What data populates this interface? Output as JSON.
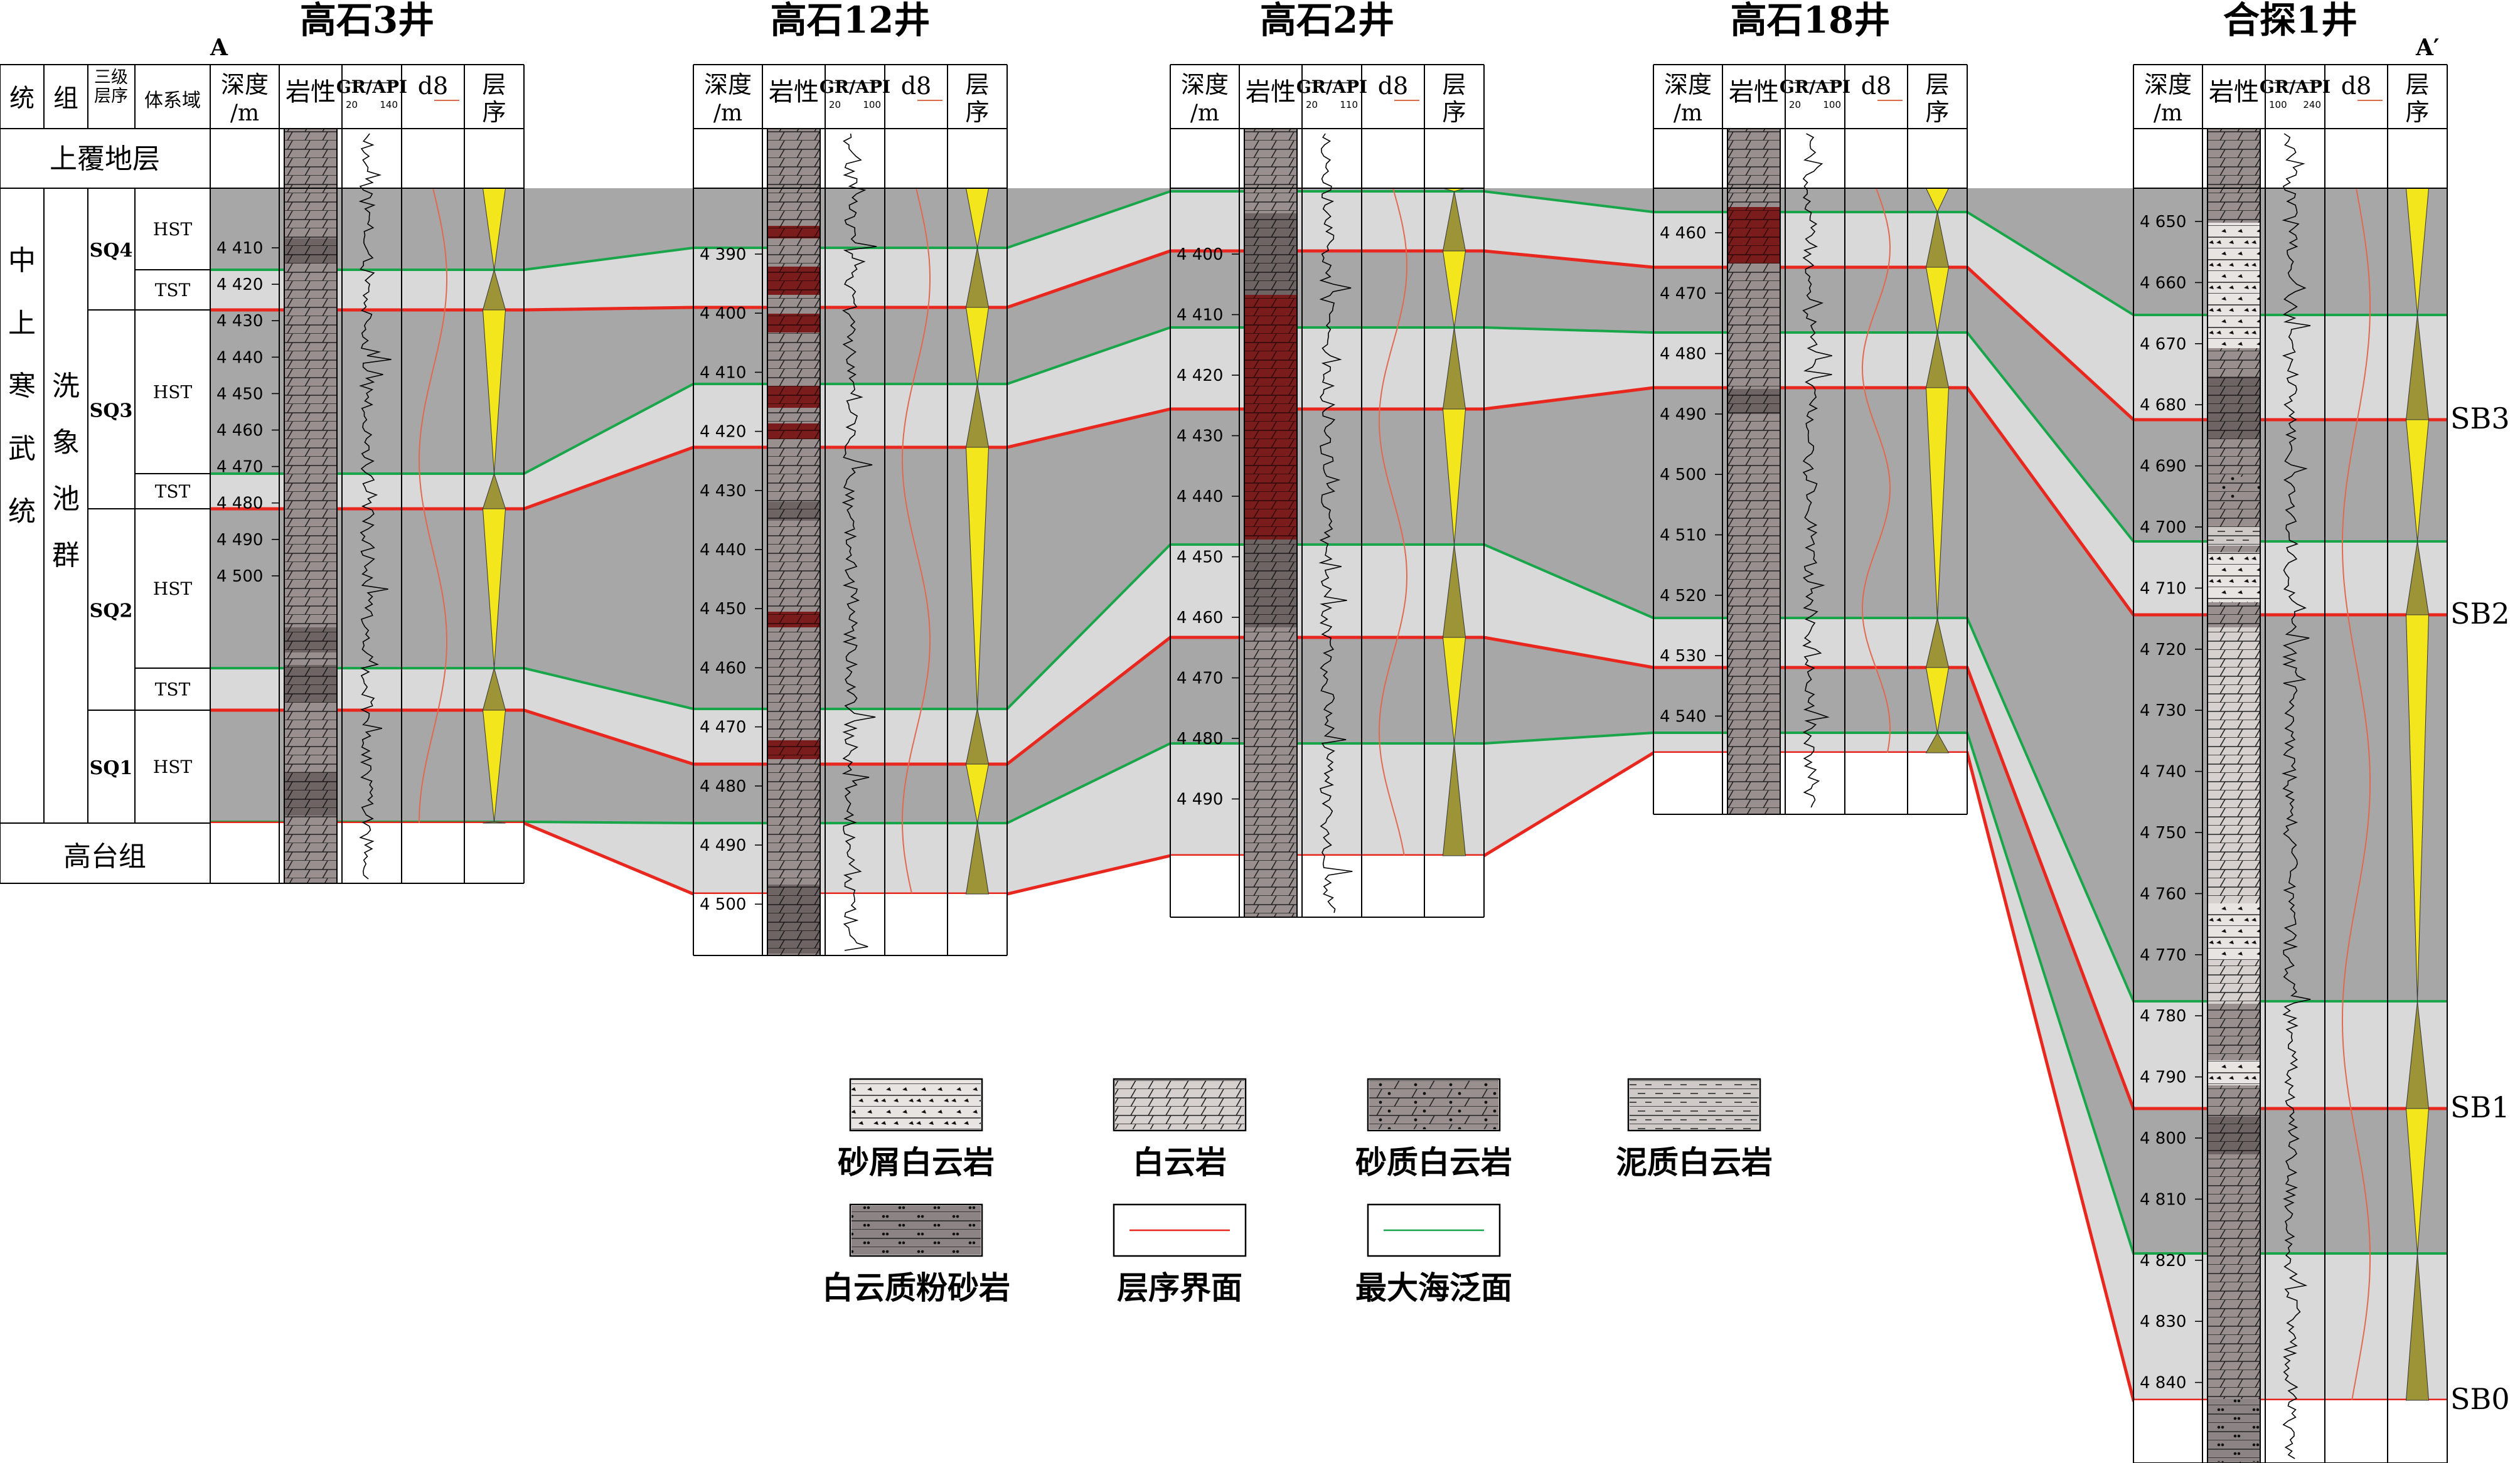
{
  "wells": [
    {
      "name": "高石3井",
      "gr_scale": [
        "20",
        "140"
      ],
      "depth_ticks": [
        "4 410",
        "4 420",
        "4 430",
        "4 440",
        "4 450",
        "4 460",
        "4 470",
        "4 480",
        "4 490",
        "4 500"
      ]
    },
    {
      "name": "高石12井",
      "gr_scale": [
        "20",
        "100"
      ],
      "depth_ticks": [
        "4 390",
        "4 400",
        "4 410",
        "4 420",
        "4 430",
        "4 440",
        "4 450",
        "4 460",
        "4 470",
        "4 480",
        "4 490",
        "4 500"
      ]
    },
    {
      "name": "高石2井",
      "gr_scale": [
        "20",
        "110"
      ],
      "depth_ticks": [
        "4 400",
        "4 410",
        "4 420",
        "4 430",
        "4 440",
        "4 450",
        "4 460",
        "4 470",
        "4 480",
        "4 490"
      ]
    },
    {
      "name": "高石18井",
      "gr_scale": [
        "20",
        "100"
      ],
      "depth_ticks": [
        "4 460",
        "4 470",
        "4 480",
        "4 490",
        "4 500",
        "4 510",
        "4 520",
        "4 530",
        "4 540"
      ]
    },
    {
      "name": "合探1井",
      "gr_scale": [
        "100",
        "240"
      ],
      "depth_ticks": [
        "4 650",
        "4 660",
        "4 670",
        "4 680",
        "4 690",
        "4 700",
        "4 710",
        "4 720",
        "4 730",
        "4 740",
        "4 750",
        "4 760",
        "4 770",
        "4 780",
        "4 790",
        "4 800",
        "4 810",
        "4 820",
        "4 830",
        "4 840"
      ]
    }
  ],
  "column_headers": {
    "system": "统",
    "group": "组",
    "third_order_sequence": "三级层序",
    "systems_tract": "体系域",
    "depth": "深度/m",
    "lithology": "岩性",
    "gr": "GR/API",
    "d8": "d8",
    "sequence": "层序"
  },
  "profile_labels": {
    "start": "A",
    "end": "A′"
  },
  "strat": {
    "overburden": "上覆地层",
    "series": "中上寒武统",
    "group": "洗象池群",
    "base_formation": "高台组",
    "sequences": [
      "SQ4",
      "SQ3",
      "SQ2",
      "SQ1"
    ],
    "tracts": [
      "HST",
      "TST",
      "HST",
      "TST",
      "HST",
      "TST",
      "HST"
    ]
  },
  "boundary_labels": [
    "SB3",
    "SB2",
    "SB1",
    "SB0"
  ],
  "legend": [
    {
      "label": "砂屑白云岩",
      "pattern": "sandy-clast-dolomite"
    },
    {
      "label": "白云岩",
      "pattern": "dolomite"
    },
    {
      "label": "砂质白云岩",
      "pattern": "sandy-dolomite"
    },
    {
      "label": "泥质白云岩",
      "pattern": "argillaceous-dolomite"
    },
    {
      "label": "白云质粉砂岩",
      "pattern": "dolomitic-siltstone"
    },
    {
      "label": "层序界面",
      "pattern": "red-line"
    },
    {
      "label": "最大海泛面",
      "pattern": "green-line"
    }
  ],
  "colors": {
    "sequence_boundary": "#e8271f",
    "max_flooding_surface": "#19a64a",
    "dark_band": "#a7a7a7",
    "light_band": "#d9d9d9",
    "dolomite_fill": "#9a8f8f",
    "dark_dolomite_fill": "#6f6464",
    "red_mud": "#7a1c1c",
    "triangle_yellow": "#f4e61c",
    "triangle_olive": "#9c9437",
    "d8_curve": "#e06a50"
  }
}
